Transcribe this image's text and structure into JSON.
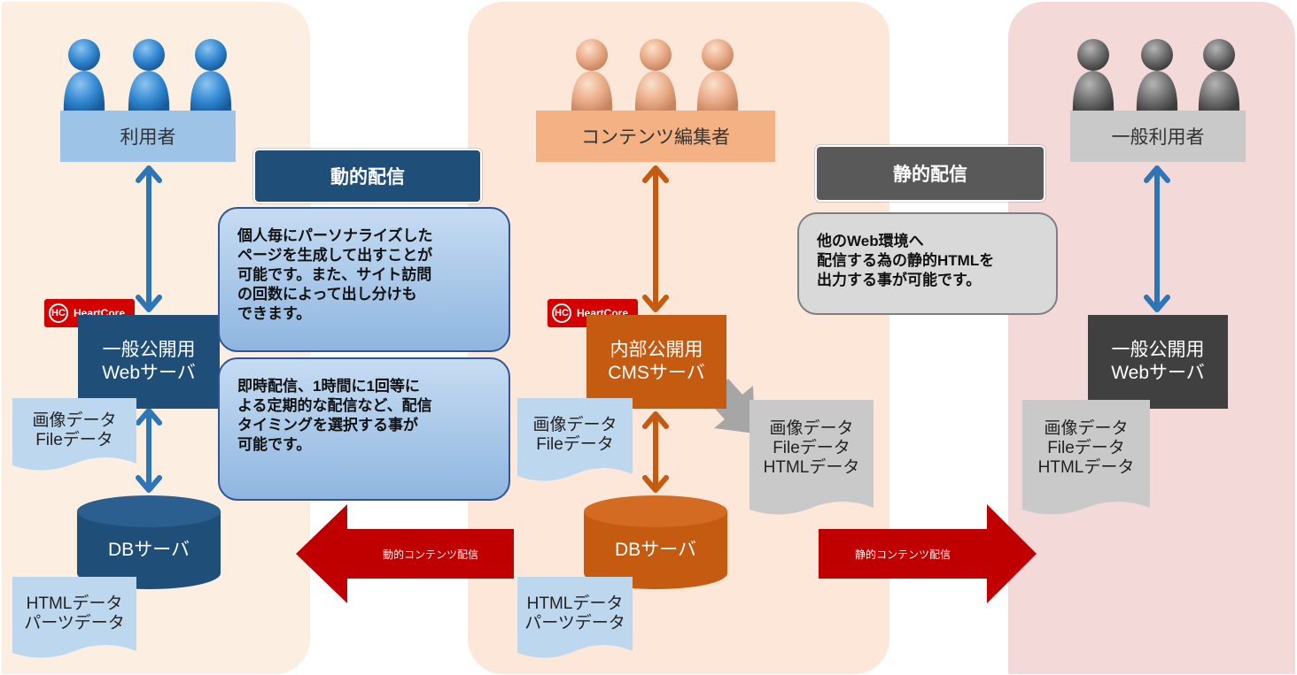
{
  "left": {
    "users_label": "利用者",
    "server_text": "一般公開用\nWebサーバ",
    "doc_media": "画像データ\nFileデータ",
    "db_label": "DBサーバ",
    "doc_html": "HTMLデータ\nパーツデータ",
    "logo_text": "HeartCore"
  },
  "dynamic": {
    "title": "動的配信",
    "callout1": "個人毎にパーソナライズした\nページを生成して出すことが\n可能です。また、サイト訪問\nの回数によって出し分けも\nできます。",
    "callout2": "即時配信、1時間に1回等に\nよる定期的な配信など、配信\nタイミングを選択する事が\n可能です。",
    "arrow_label": "動的コンテンツ配信"
  },
  "center": {
    "editors_label": "コンテンツ編集者",
    "server_text": "内部公開用\nCMSサーバ",
    "doc_media": "画像データ\nFileデータ",
    "doc_output": "画像データ\nFileデータ\nHTMLデータ",
    "db_label": "DBサーバ",
    "doc_html": "HTMLデータ\nパーツデータ",
    "logo_text": "HeartCore"
  },
  "static": {
    "title": "静的配信",
    "callout": "他のWeb環境へ\n配信する為の静的HTMLを\n出力する事が可能です。",
    "arrow_label": "静的コンテンツ配信"
  },
  "right": {
    "users_label": "一般利用者",
    "server_text": "一般公開用\nWebサーバ",
    "doc_media": "画像データ\nFileデータ\nHTMLデータ"
  },
  "colors": {
    "left_bg": "#fdeee2",
    "center_bg": "#fde7d8",
    "right_bg": "#f4d9d9",
    "navy": "#1f4e79",
    "orange": "#c55a11",
    "dark_gray": "#404040",
    "red_arrow": "#c00000",
    "blue_arrow": "#2e75b6"
  }
}
